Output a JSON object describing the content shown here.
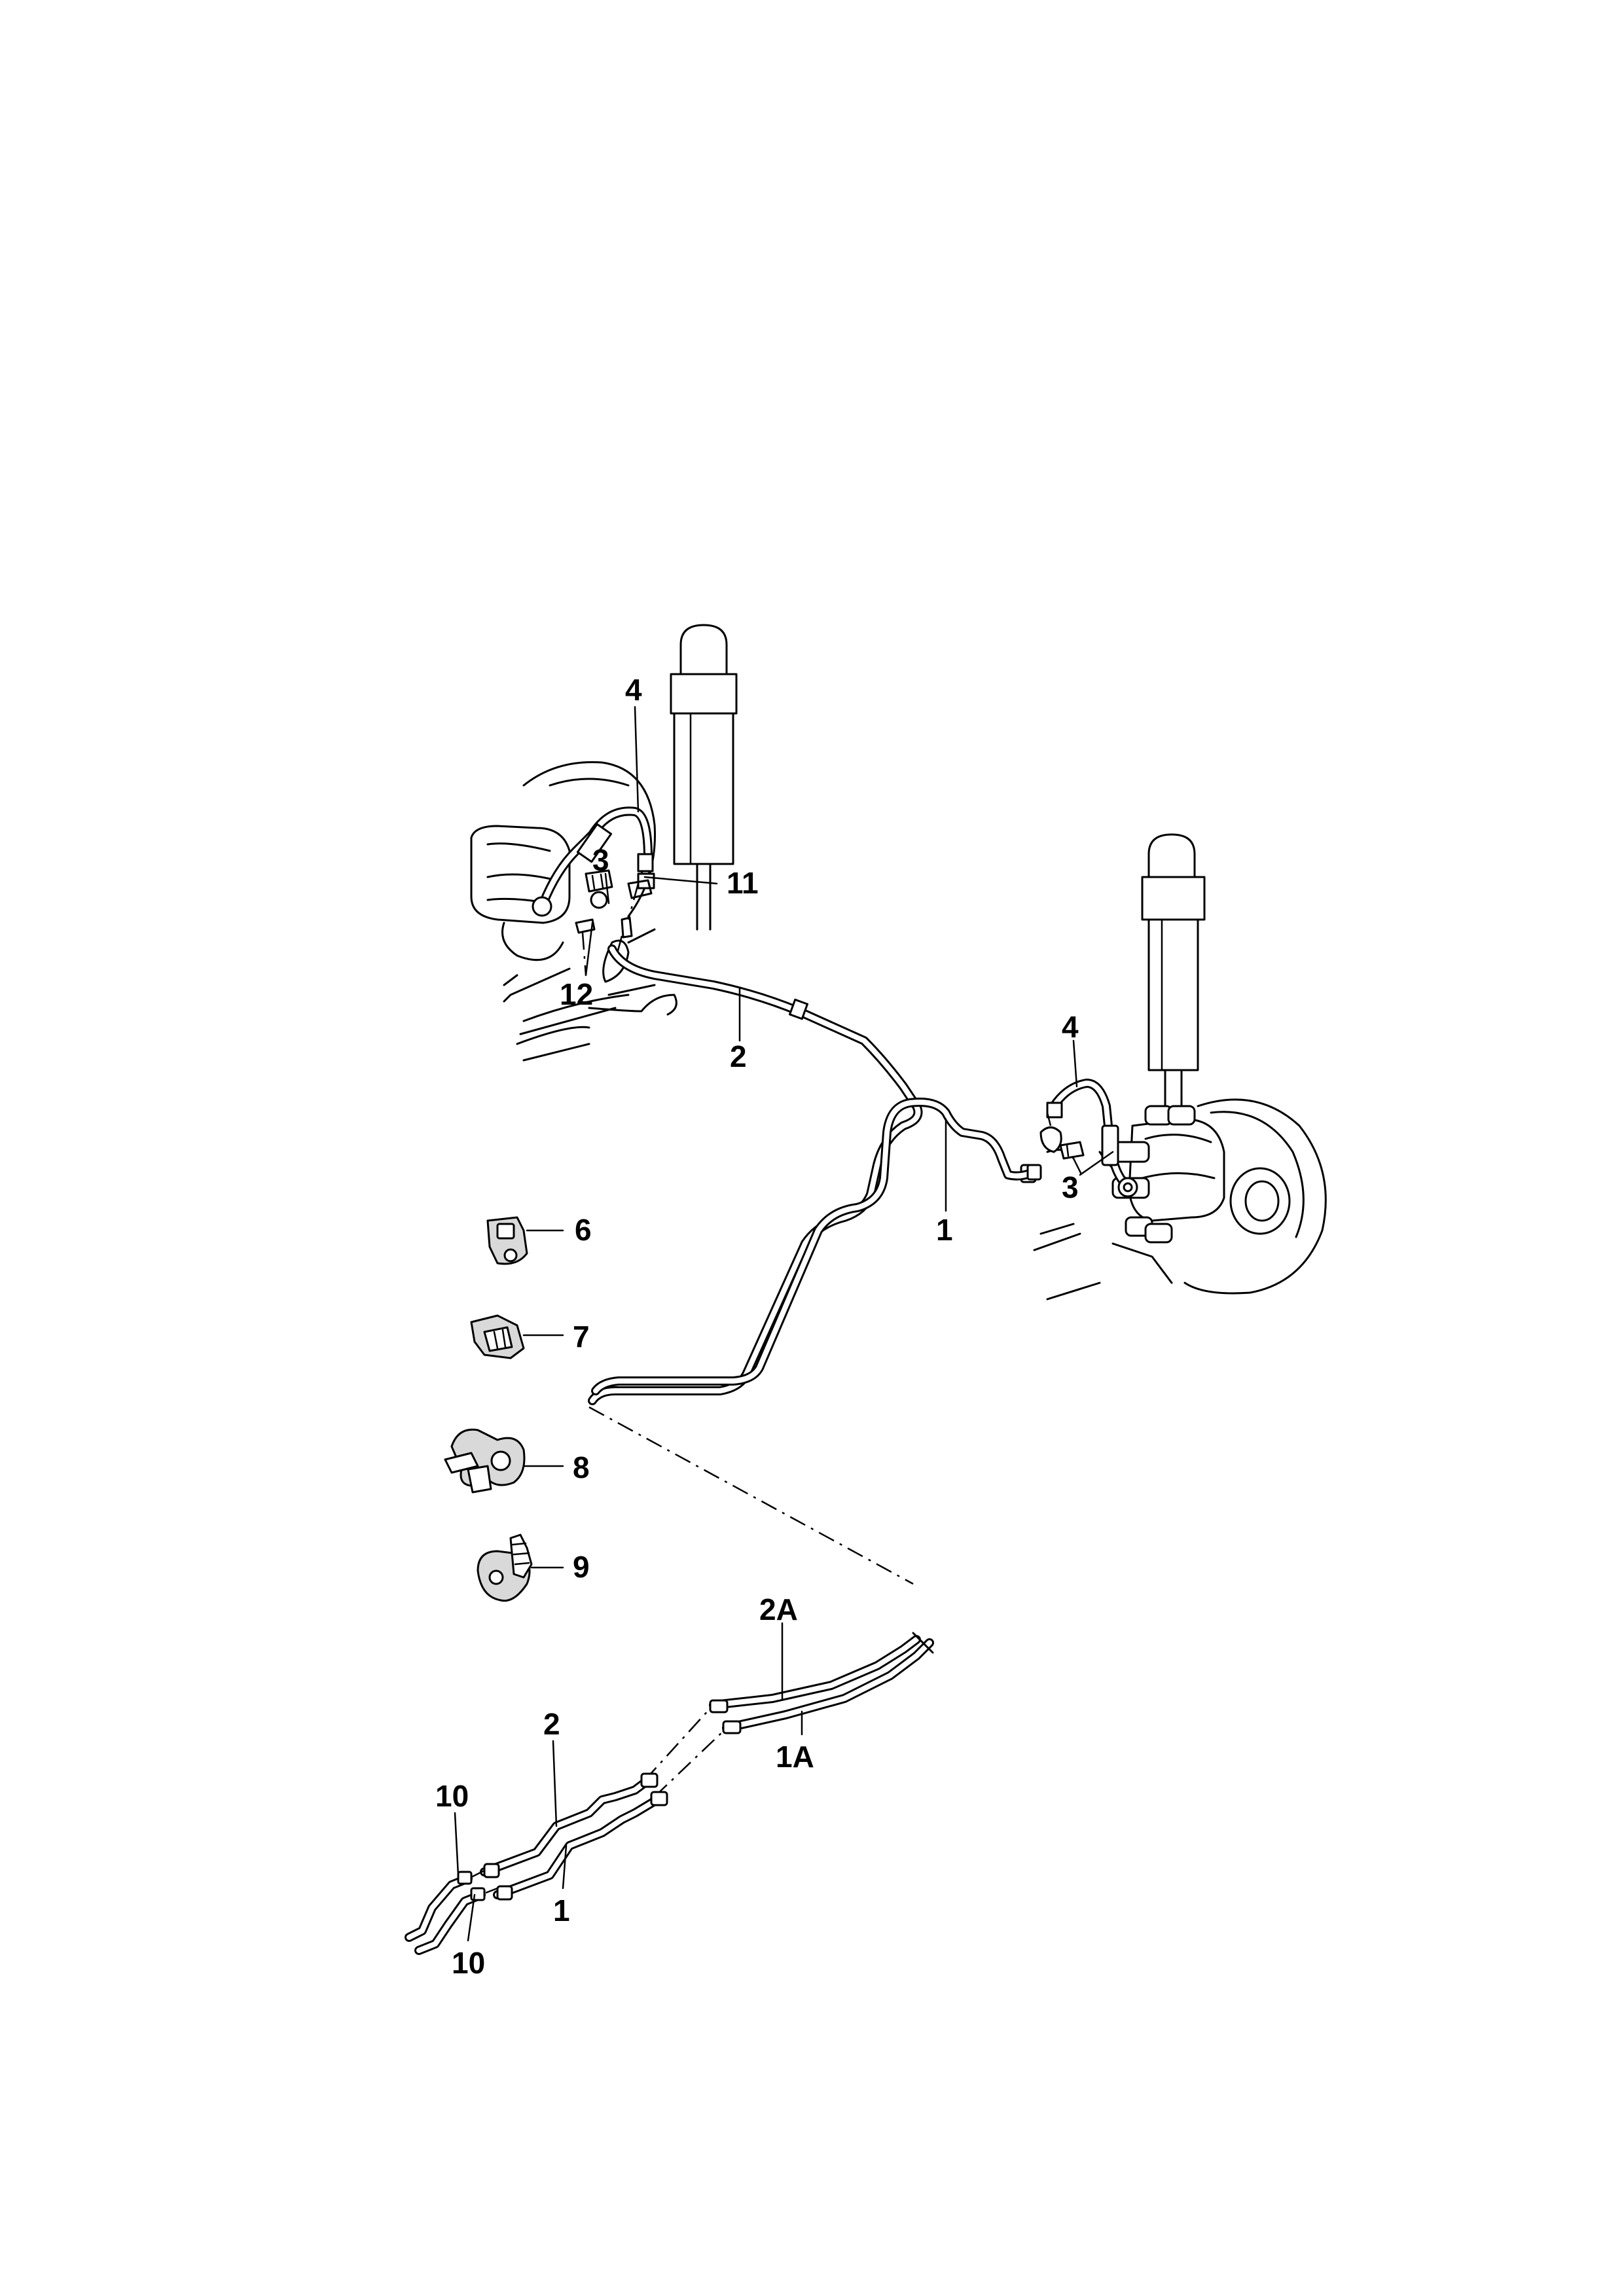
{
  "callouts": {
    "c4_upper": "4",
    "c3_upper": "3",
    "c11": "11",
    "c12": "12",
    "c2_upper": "2",
    "c4_right": "4",
    "c3_right": "3",
    "c1_upper": "1",
    "c6": "6",
    "c7": "7",
    "c8": "8",
    "c9": "9",
    "c2A": "2A",
    "c1A": "1A",
    "c2_lower": "2",
    "c1_lower": "1",
    "c10_upper": "10",
    "c10_lower": "10"
  },
  "colors": {
    "line": "#000000",
    "background": "#ffffff"
  }
}
